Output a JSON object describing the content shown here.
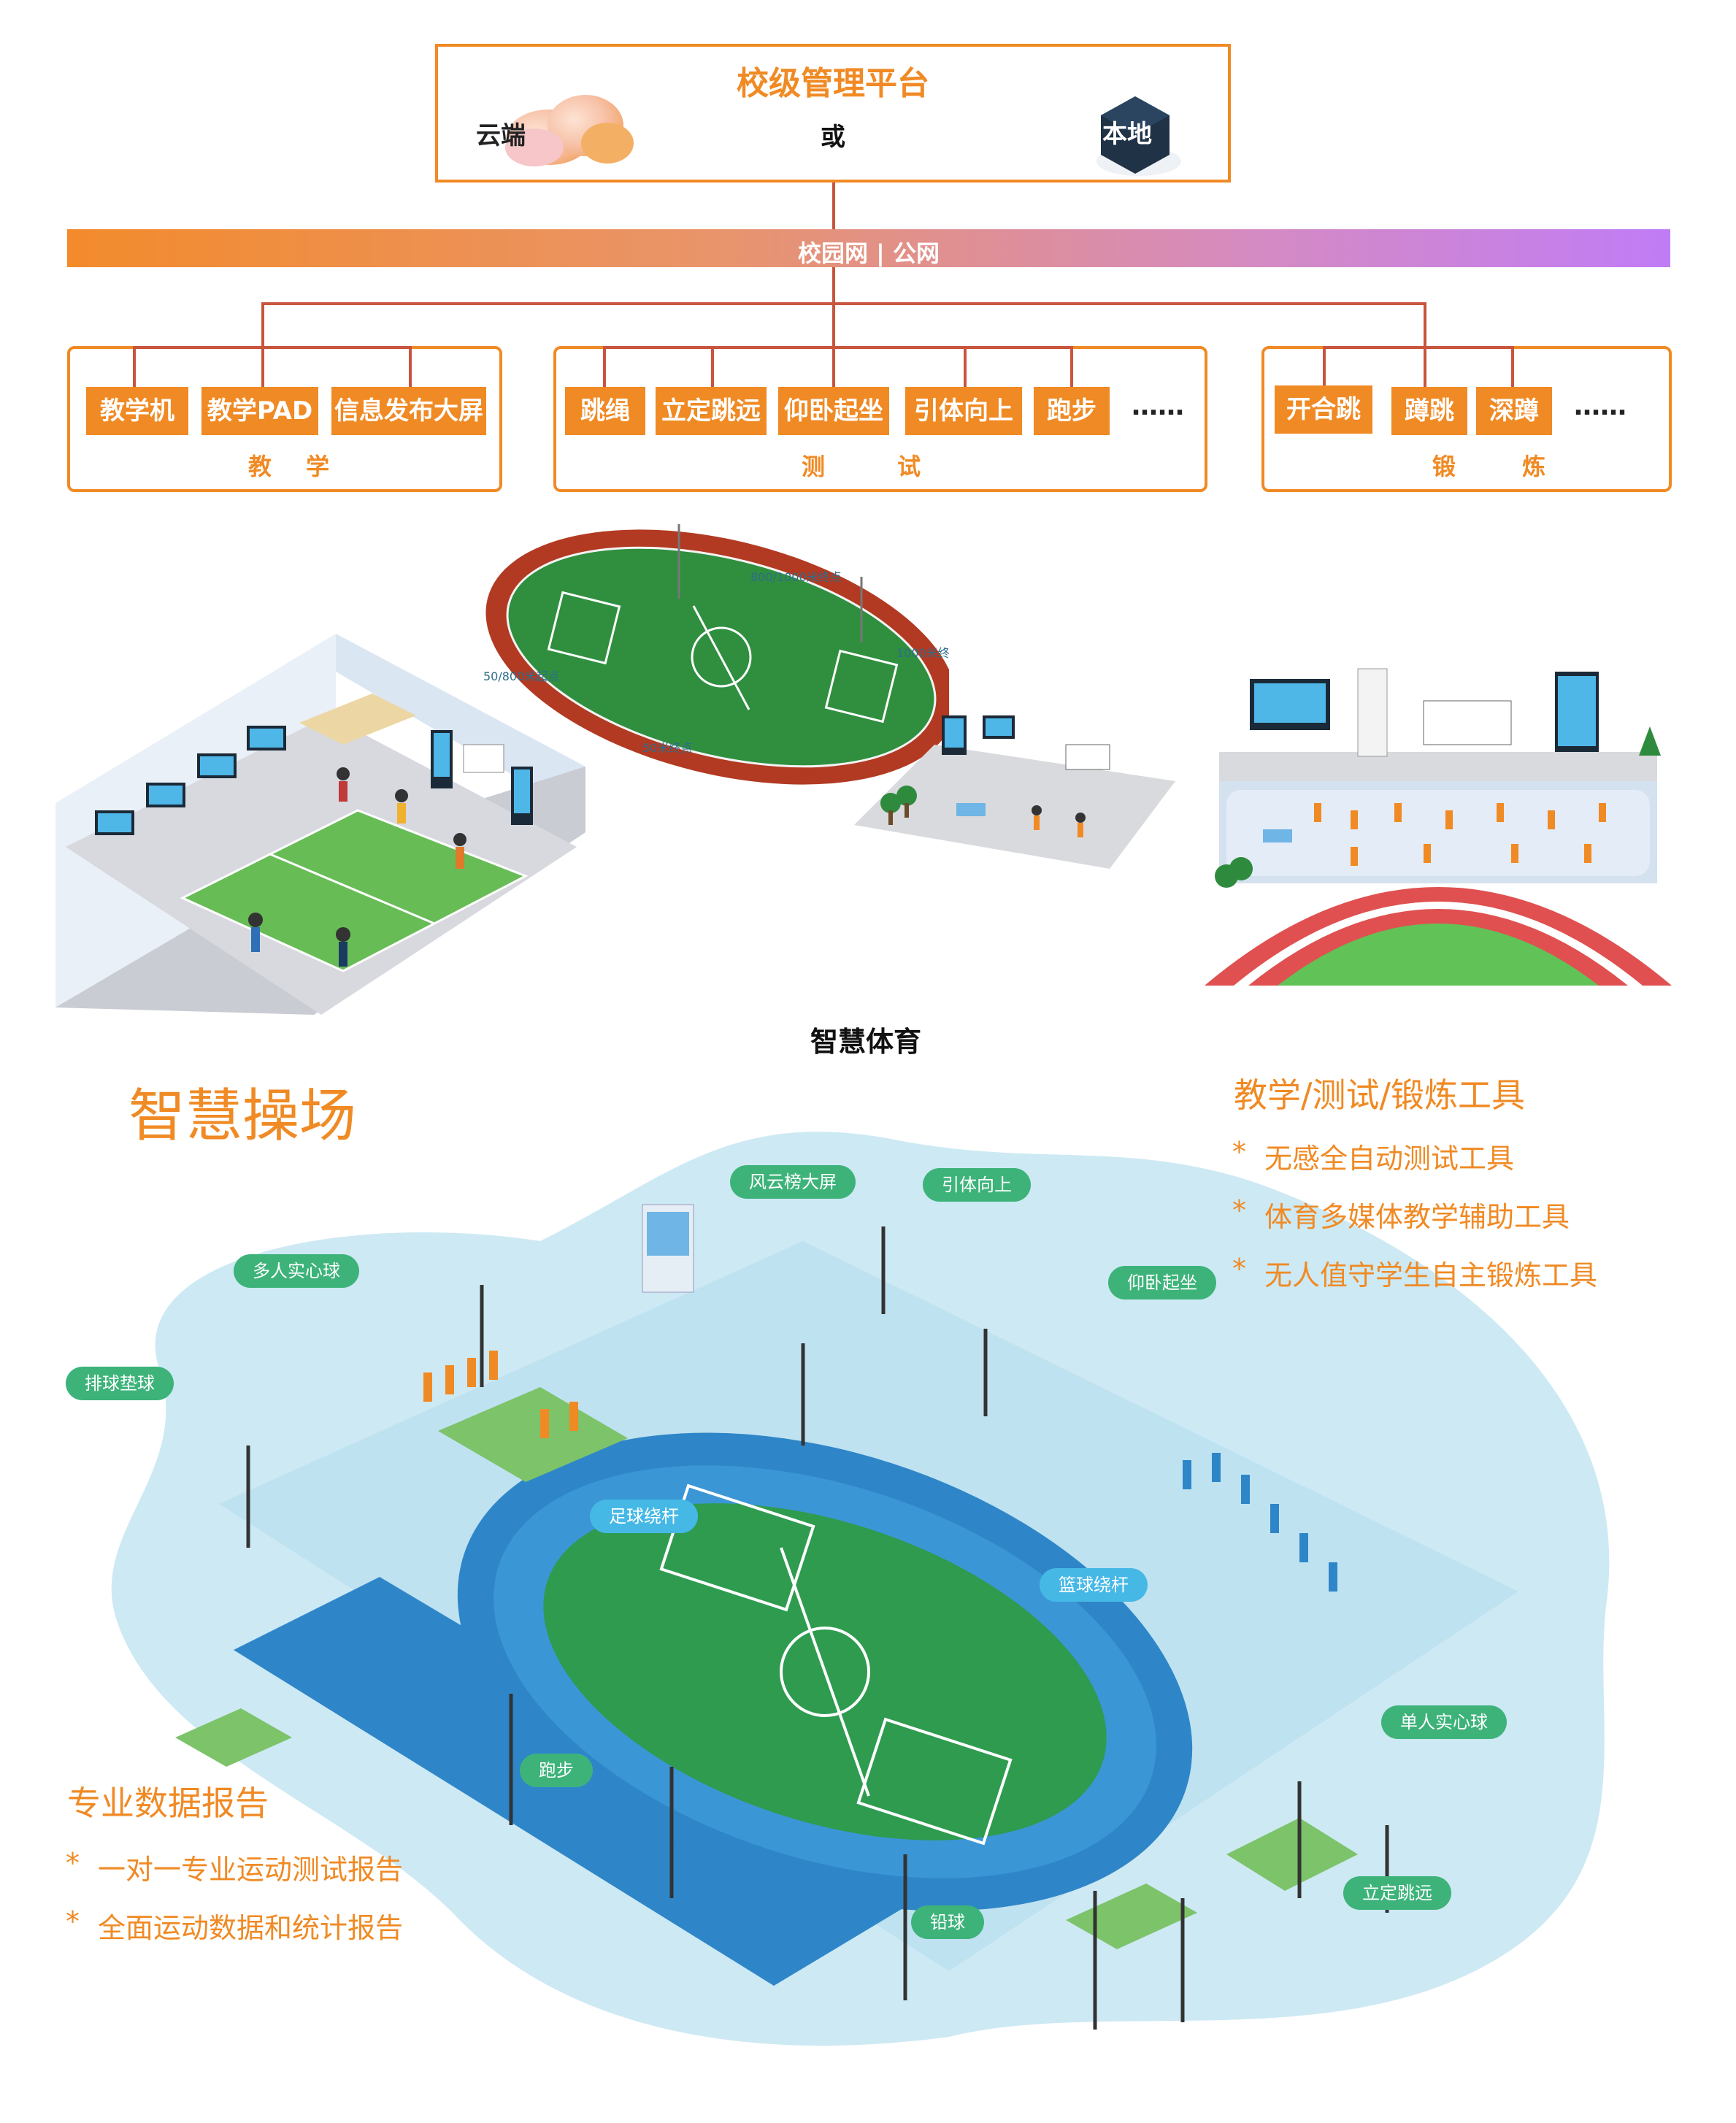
{
  "platform": {
    "title": "校级管理平台",
    "cloud_label": "云端",
    "or_label": "或",
    "local_label": "本地"
  },
  "network": {
    "label": "校园网 | 公网"
  },
  "groups": [
    {
      "label": "教 学",
      "items": [
        "教学机",
        "教学PAD",
        "信息发布大屏"
      ],
      "more": ""
    },
    {
      "label": "测 试",
      "items": [
        "跳绳",
        "立定跳远",
        "仰卧起坐",
        "引体向上",
        "跑步"
      ],
      "more": "……"
    },
    {
      "label": "锻 炼",
      "items": [
        "开合跳",
        "蹲跳",
        "深蹲"
      ],
      "more": "……"
    }
  ],
  "top_illustration": {
    "track_labels": [
      "800/1000米终点",
      "1000米终点",
      "50/800米起点",
      "50米终点"
    ]
  },
  "caption": "智慧体育",
  "playground": {
    "title": "智慧操场",
    "tools": {
      "heading": "教学/测试/锻炼工具",
      "bullets": [
        "无感全自动测试工具",
        "体育多媒体教学辅助工具",
        "无人值守学生自主锻炼工具"
      ]
    },
    "report": {
      "heading": "专业数据报告",
      "bullets": [
        "一对一专业运动测试报告",
        "全面运动数据和统计报告"
      ]
    },
    "bullet_mark": "*",
    "tags": [
      "风云榜大屏",
      "引体向上",
      "多人实心球",
      "仰卧起坐",
      "排球垫球",
      "足球绕杆",
      "篮球绕杆",
      "单人实心球",
      "跑步",
      "铅球",
      "立定跳远"
    ]
  },
  "colors": {
    "orange": "#f08a24",
    "tag_green": "#3db37a",
    "track_blue": "#2e86c8",
    "field_green": "#2e9b4f",
    "bg_blue": "#cde9f4"
  }
}
